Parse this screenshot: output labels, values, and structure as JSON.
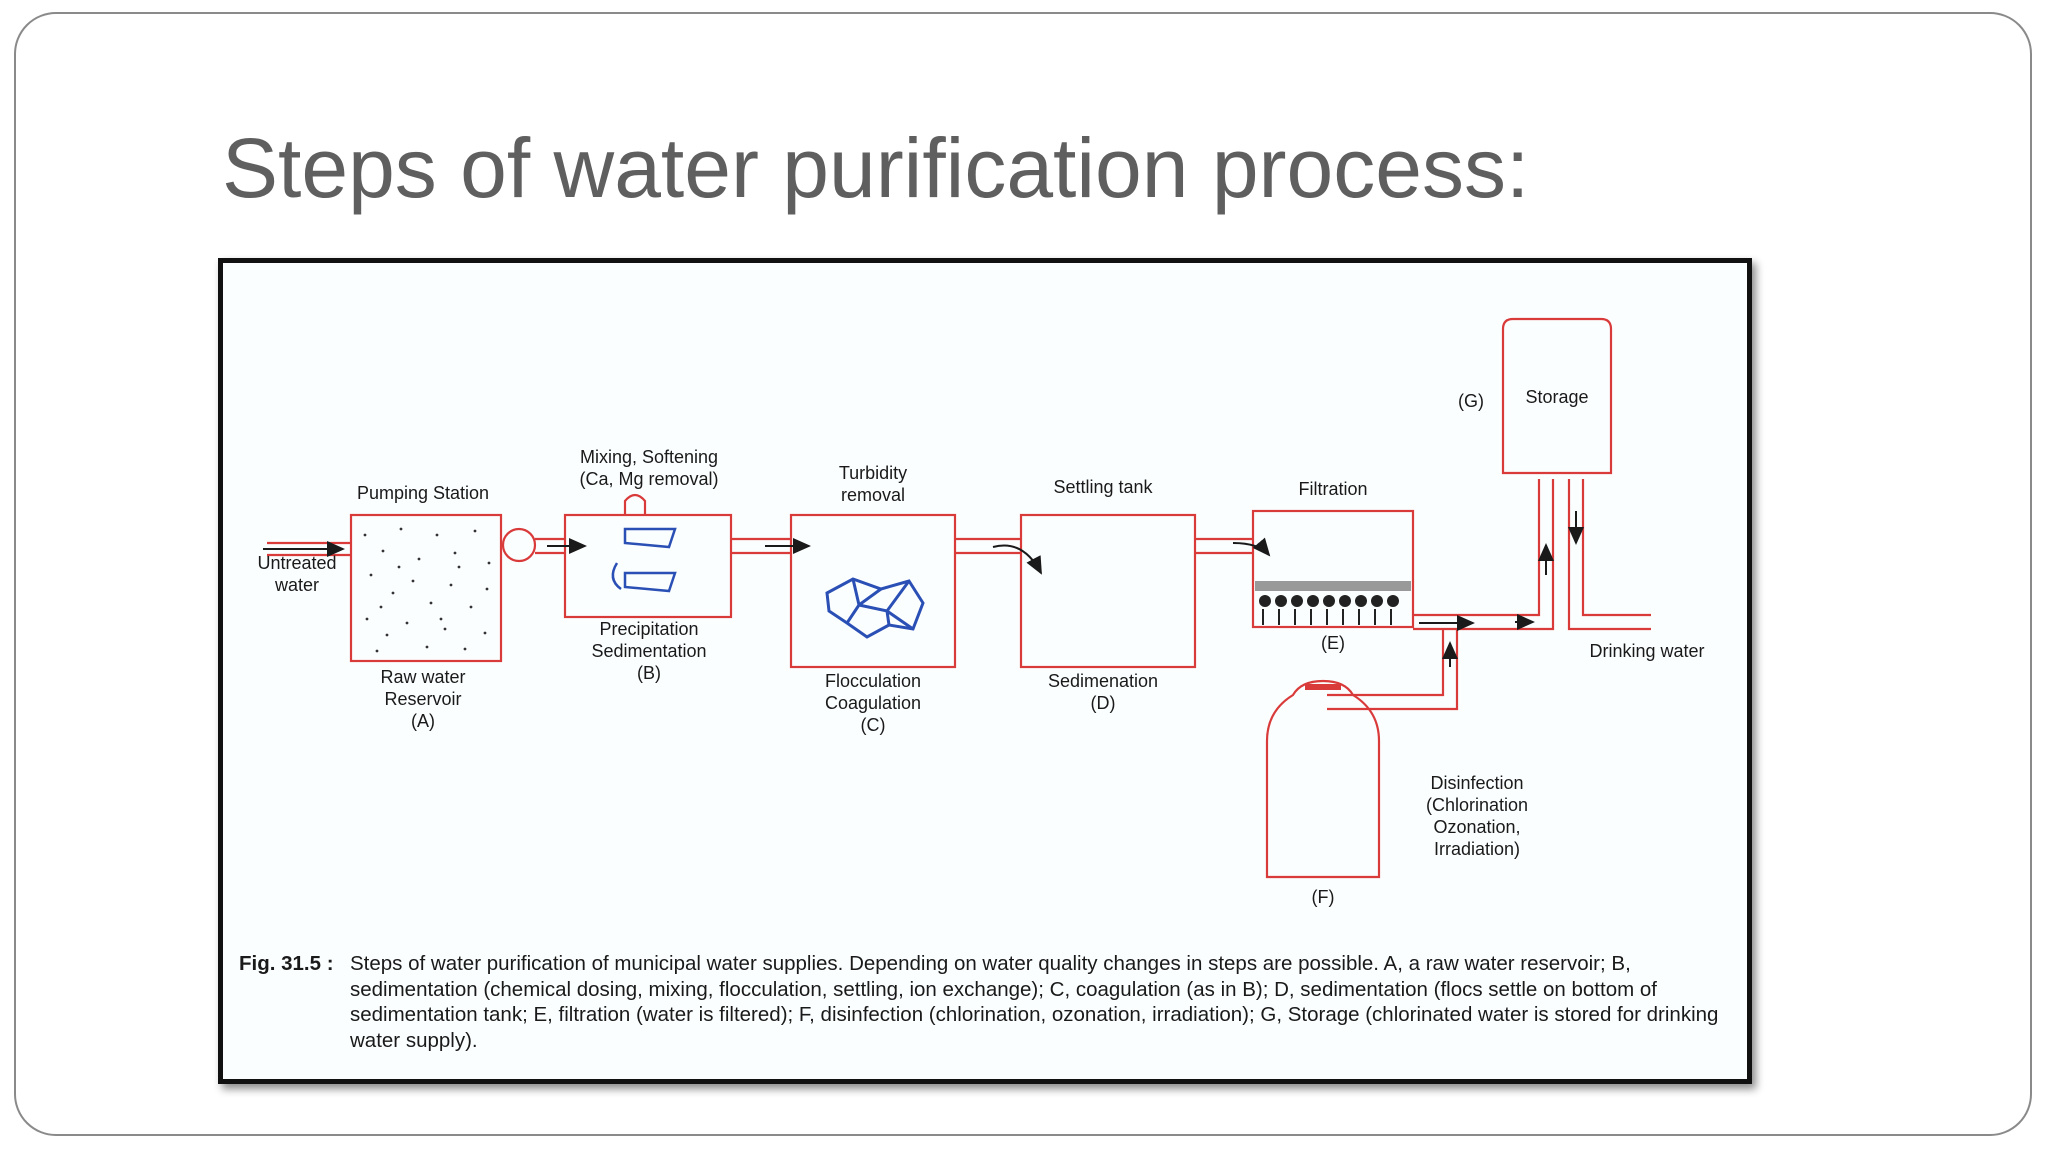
{
  "slide": {
    "title": "Steps of water purification process:"
  },
  "diagram": {
    "labels": {
      "untreated_1": "Untreated",
      "untreated_2": "water",
      "pumping_station": "Pumping Station",
      "raw_water": "Raw water",
      "reservoir": "Reservoir",
      "a": "(A)",
      "mixing_1": "Mixing, Softening",
      "mixing_2": "(Ca, Mg removal)",
      "precipitation": "Precipitation",
      "sedimentation_b": "Sedimentation",
      "b": "(B)",
      "turbidity_1": "Turbidity",
      "turbidity_2": "removal",
      "flocculation": "Flocculation",
      "coagulation": "Coagulation",
      "c": "(C)",
      "settling_tank": "Settling tank",
      "sedimenation": "Sedimenation",
      "d": "(D)",
      "filtration": "Filtration",
      "e": "(E)",
      "g": "(G)",
      "storage": "Storage",
      "drinking_water": "Drinking water",
      "disinfection": "Disinfection",
      "chlorination": "(Chlorination",
      "ozonation": "Ozonation,",
      "irradiation": "Irradiation)",
      "f": "(F)"
    },
    "colors": {
      "pipe": "#d93a3a",
      "floc": "#2a4fb5",
      "ink": "#1a1a1a"
    }
  },
  "caption": {
    "lead": "Fig. 31.5 :",
    "text": "Steps of water purification of municipal water supplies. Depending on water quality changes in steps are possible. A, a raw water reservoir; B, sedimentation (chemical dosing, mixing, flocculation, settling, ion exchange); C, coagulation (as in B); D, sedimentation (flocs settle on bottom of sedimentation tank; E, filtration (water is filtered); F, disinfection (chlorination, ozonation, irradiation); G, Storage (chlorinated water is stored for drinking water supply)."
  }
}
